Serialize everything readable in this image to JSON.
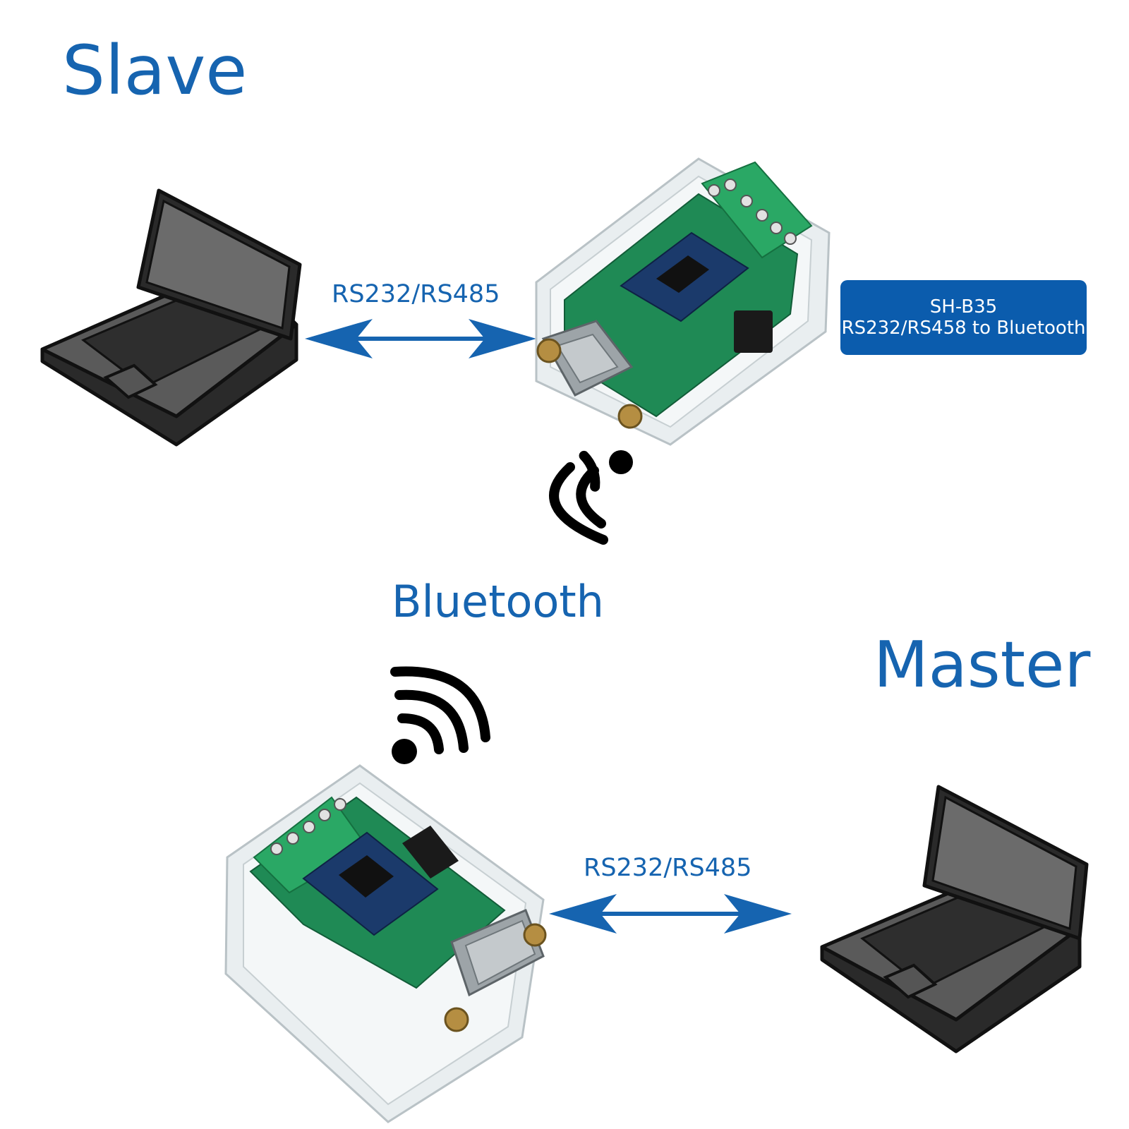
{
  "slave": {
    "title": "Slave",
    "link_label": "RS232/RS485"
  },
  "master": {
    "title": "Master",
    "link_label": "RS232/RS485"
  },
  "wireless": {
    "label": "Bluetooth"
  },
  "product_badge": {
    "model": "SH-B35",
    "description": "RS232/RS458 to Bluetooth"
  },
  "colors": {
    "accent_blue": "#1664b0",
    "badge_blue": "#0b5cad",
    "pcb_green": "#1f8a55",
    "terminal_green": "#2aa865",
    "laptop_gray": "#4a4a4a"
  },
  "icons": [
    "laptop-icon",
    "bluetooth-converter-device",
    "double-headed-arrow",
    "wireless-signal-icon"
  ]
}
